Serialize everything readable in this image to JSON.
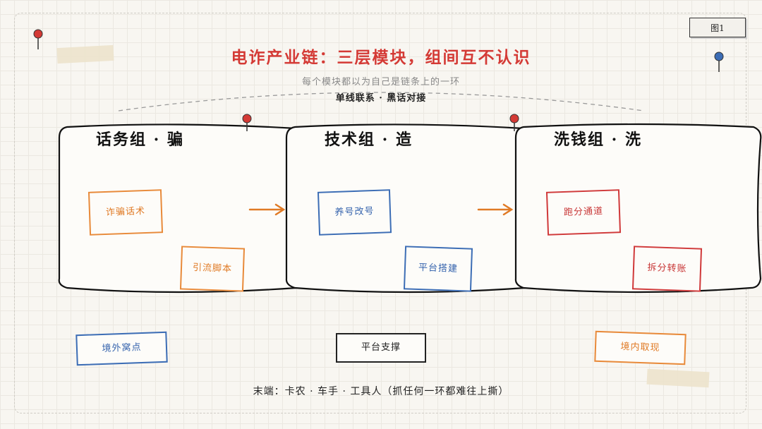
{
  "figure_label": "图1",
  "title": "电诈产业链：三层模块，组间互不认识",
  "subtitle": "每个模块都以为自己是链条上的一环",
  "contact": "单线联系 · 黑话对接",
  "modules": [
    {
      "title": "话务组 · 骗",
      "cards": [
        "诈骗话术",
        "引流脚本"
      ],
      "color": "#e88a3a"
    },
    {
      "title": "技术组 · 造",
      "cards": [
        "养号改号",
        "平台搭建"
      ],
      "color": "#3c6db5"
    },
    {
      "title": "洗钱组 · 洗",
      "cards": [
        "跑分通道",
        "拆分转账"
      ],
      "color": "#d0393a"
    }
  ],
  "bottom_cards": [
    "境外窝点",
    "平台支撑",
    "境内取现"
  ],
  "footer": "末端：卡农 · 车手 · 工具人（抓任何一环都难往上撕）"
}
